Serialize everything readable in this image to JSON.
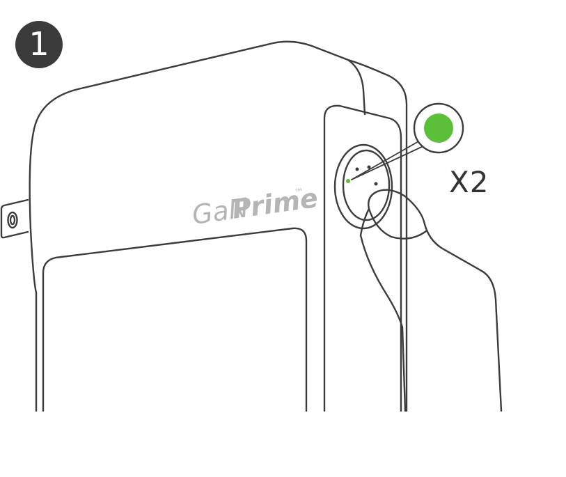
{
  "step": {
    "number": "1"
  },
  "device": {
    "brand_light": "GaN",
    "brand_bold": "Prime",
    "trademark": "™"
  },
  "instruction": {
    "press_count": "X2"
  },
  "colors": {
    "outline": "#3c3c3c",
    "badge": "#3b3b3b",
    "indicator_led": "#5bbf3a",
    "logo_gray": "#b5b5b5"
  },
  "icons": {
    "led": "green-led-indicator-icon",
    "button": "power-button-icon",
    "finger": "finger-pressing-icon",
    "prong": "plug-prong-icon"
  }
}
